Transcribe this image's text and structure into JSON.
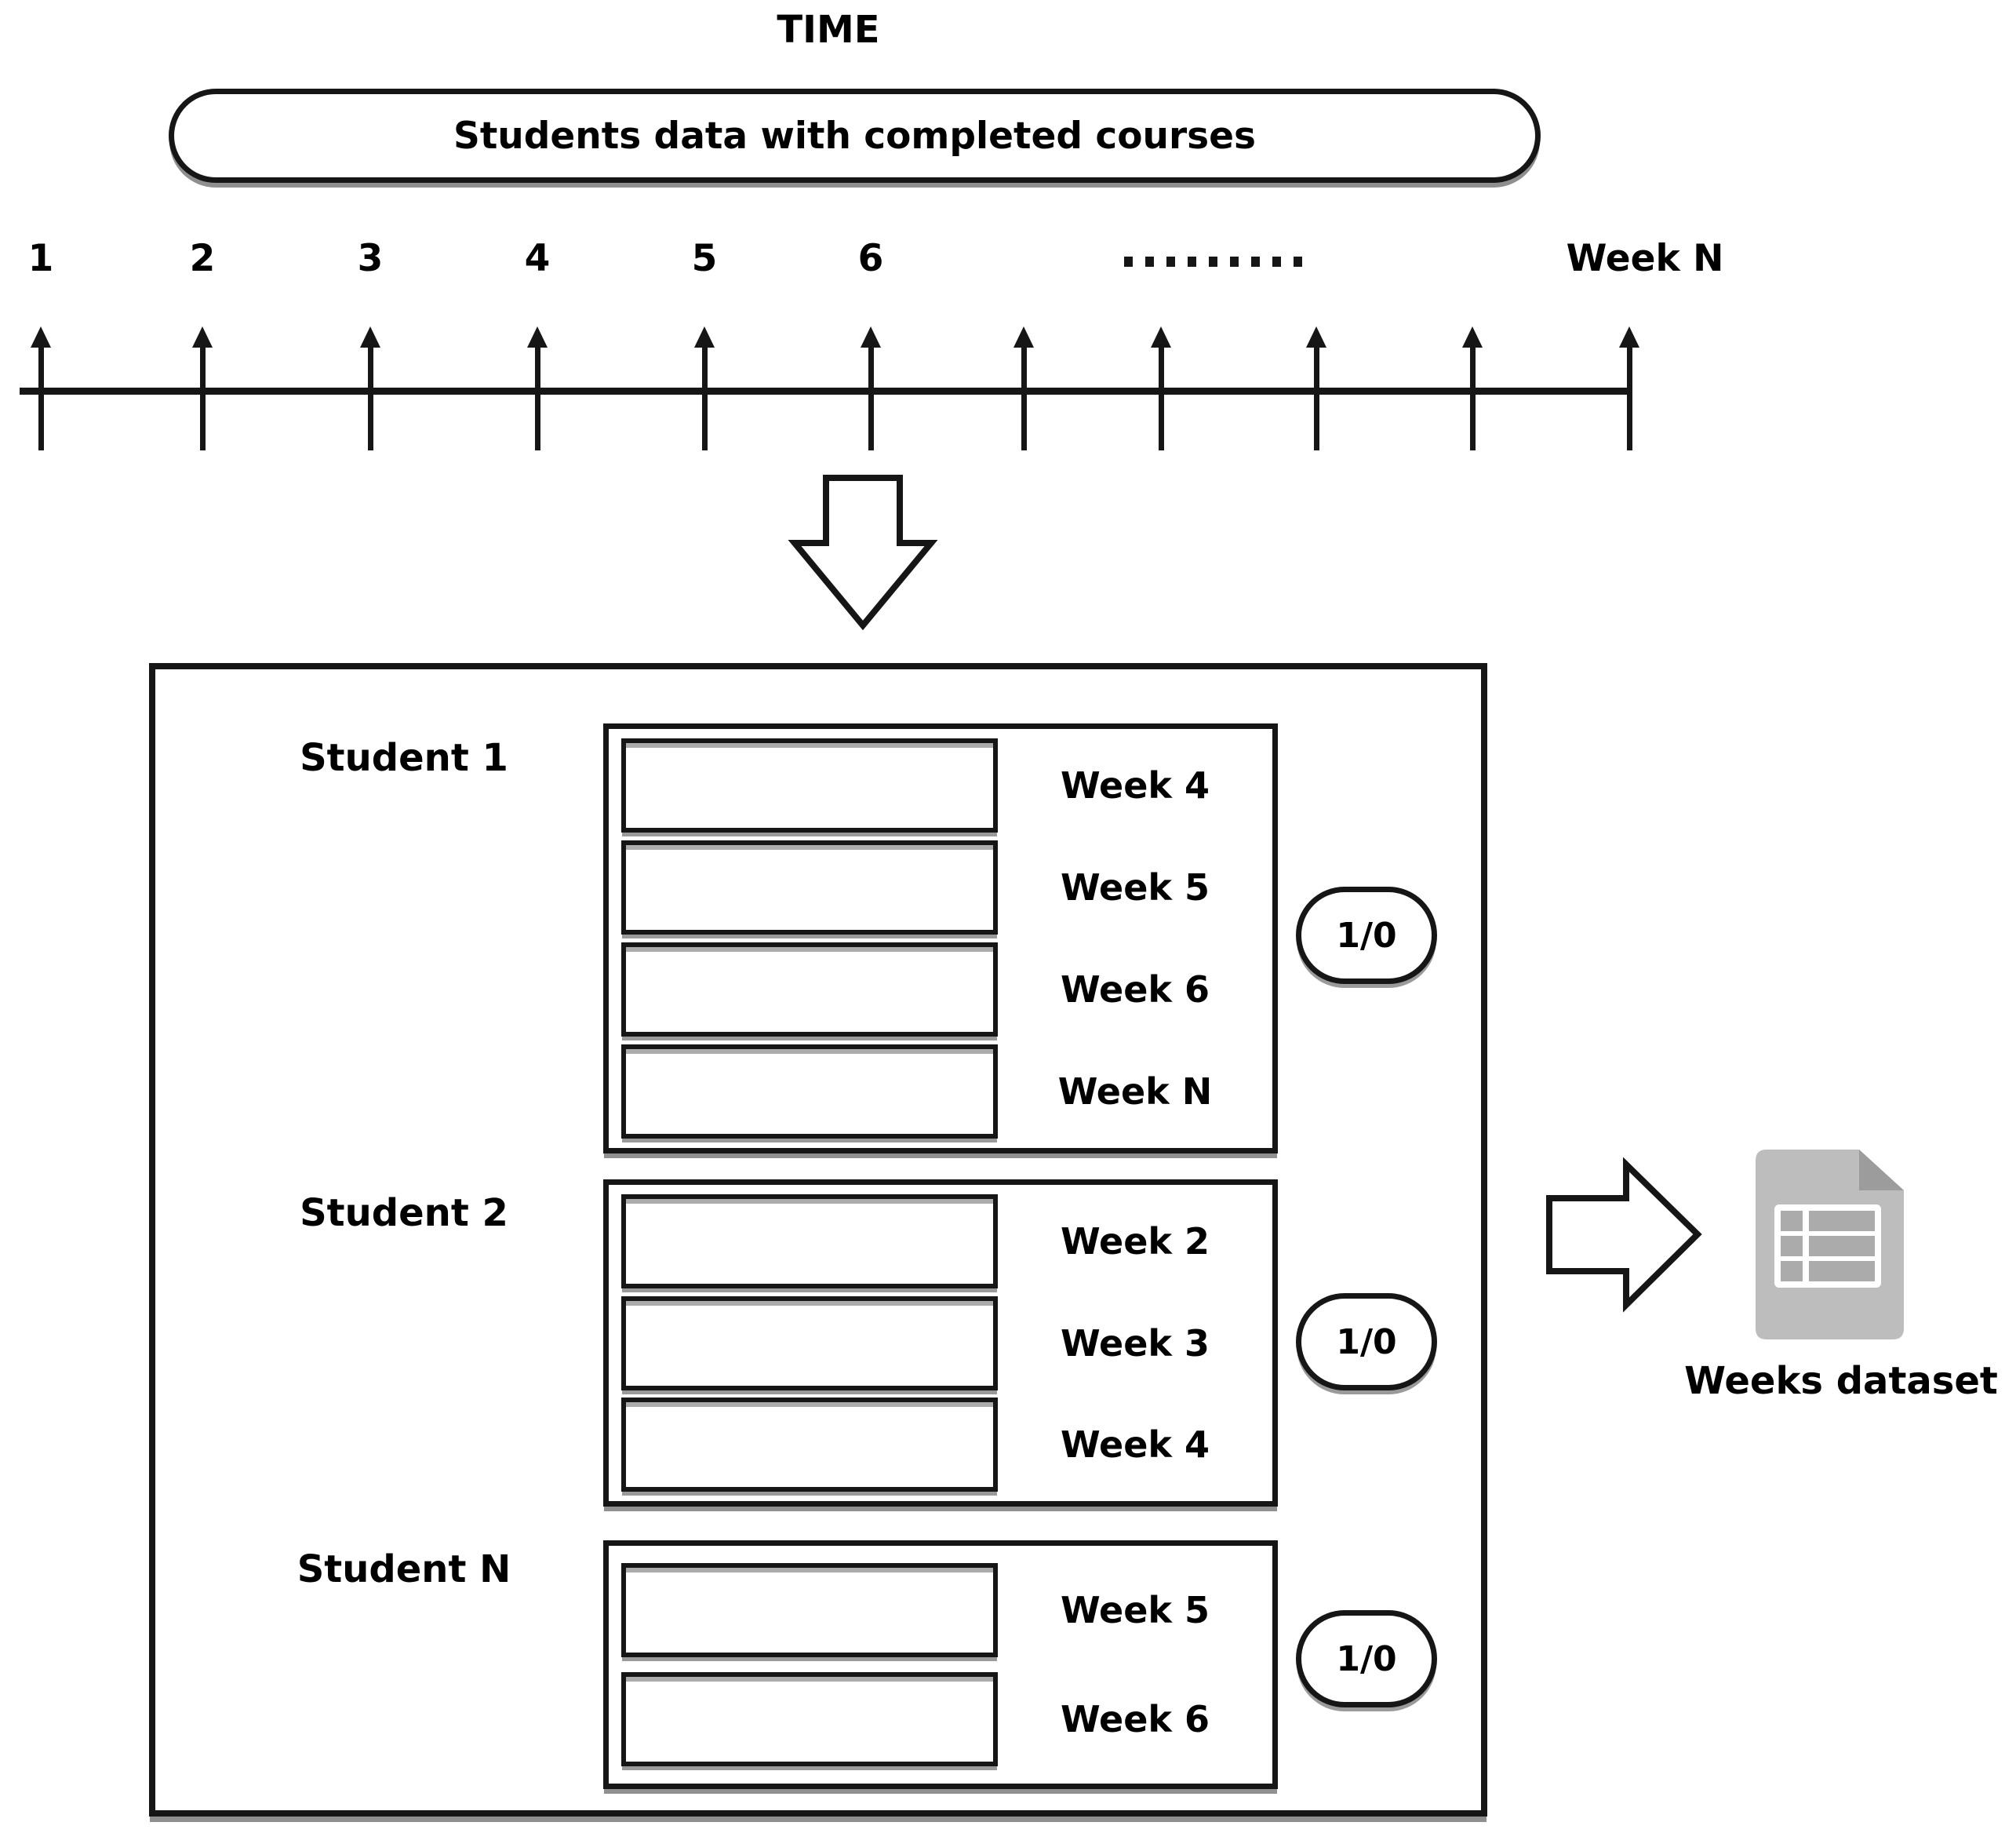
{
  "header": {
    "title": "TIME",
    "pill_label": "Students data with completed courses"
  },
  "timeline": {
    "tick_labels": [
      "1",
      "2",
      "3",
      "4",
      "5",
      "6"
    ],
    "ellipsis_dot_count": 9,
    "end_label": "Week N"
  },
  "students": [
    {
      "name": "Student 1",
      "weeks": [
        "Week 4",
        "Week 5",
        "Week 6",
        "Week N"
      ],
      "badge": "1/0"
    },
    {
      "name": "Student 2",
      "weeks": [
        "Week 2",
        "Week 3",
        "Week 4"
      ],
      "badge": "1/0"
    },
    {
      "name": "Student N",
      "weeks": [
        "Week 5",
        "Week 6"
      ],
      "badge": "1/0"
    }
  ],
  "output": {
    "label": "Weeks dataset",
    "icon": "spreadsheet-file-icon"
  },
  "colors": {
    "stroke": "#161616",
    "shadow": "#909090",
    "icon_body": "#bdbdbd",
    "icon_fold": "#9c9c9c",
    "icon_cell": "#ababab"
  }
}
